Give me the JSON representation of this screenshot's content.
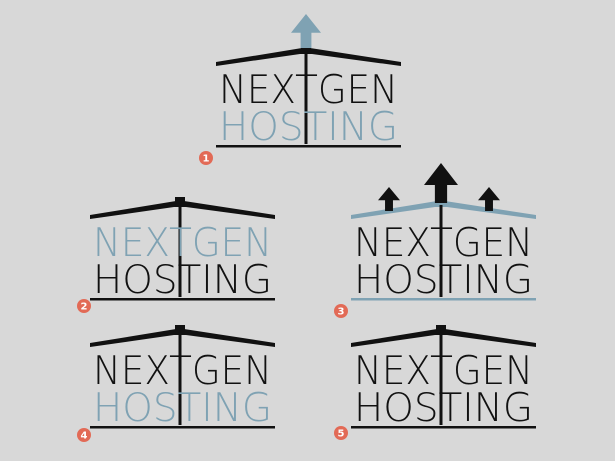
{
  "colors": {
    "background": "#d8d8d8",
    "dark": "#111111",
    "blue": "#7fa2b3",
    "badge": "#e26a56"
  },
  "logos": [
    {
      "variant": 1,
      "badge": "1",
      "word1": "NEXTGEN",
      "word2": "HOSTING",
      "roof_color": "#111111",
      "word1_color": "#111111",
      "word2_color": "#7fa2b3",
      "mast_color": "#111111",
      "arrows": [
        "center-large-blue"
      ],
      "icon": "up-arrow-icon"
    },
    {
      "variant": 2,
      "badge": "2",
      "word1": "NEXTGEN",
      "word2": "HOSTING",
      "roof_color": "#111111",
      "word1_color": "#7fa2b3",
      "word2_color": "#111111",
      "mast_color": "#111111",
      "arrows": [],
      "icon": "roof-icon"
    },
    {
      "variant": 3,
      "badge": "3",
      "word1": "NEXTGEN",
      "word2": "HOSTING",
      "roof_color": "#7fa2b3",
      "word1_color": "#111111",
      "word2_color": "#111111",
      "mast_color": "#111111",
      "arrows": [
        "left-small",
        "center-large",
        "right-small"
      ],
      "icon": "three-arrows-icon"
    },
    {
      "variant": 4,
      "badge": "4",
      "word1": "NEXTGEN",
      "word2": "HOSTING",
      "roof_color": "#111111",
      "word1_color": "#111111",
      "word2_color": "#7fa2b3",
      "mast_color": "#111111",
      "arrows": [],
      "icon": "roof-icon"
    },
    {
      "variant": 5,
      "badge": "5",
      "word1": "NEXTGEN",
      "word2": "HOSTING",
      "roof_color": "#111111",
      "word1_color": "#111111",
      "word2_color": "#111111",
      "mast_color": "#111111",
      "arrows": [],
      "icon": "roof-icon"
    }
  ]
}
